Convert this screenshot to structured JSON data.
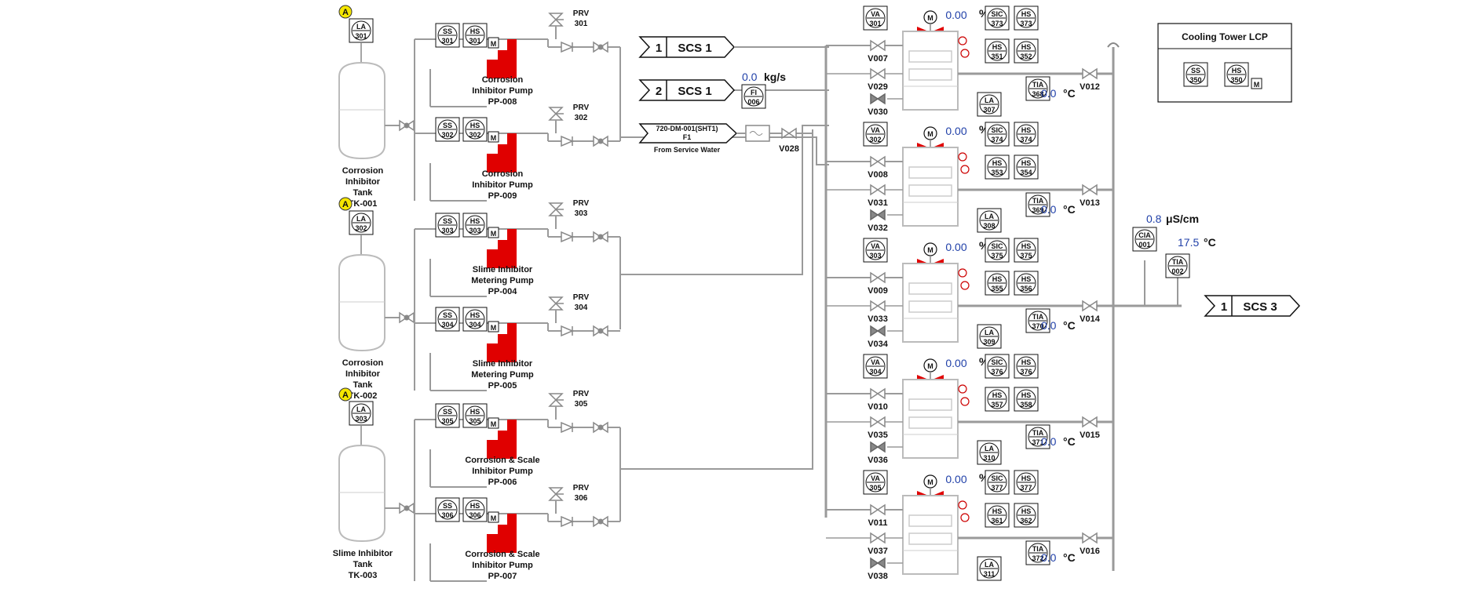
{
  "tanks": [
    {
      "name": "Corrosion Inhibitor Tank",
      "id": "TK-001",
      "la": "301"
    },
    {
      "name": "Corrosion Inhibitor Tank",
      "id": "TK-002",
      "la": "302"
    },
    {
      "name": "Slime Inhibitor Tank",
      "id": "TK-003",
      "la": "303"
    }
  ],
  "alarm_letter": "A",
  "pumps": [
    {
      "name1": "Corrosion",
      "name2": "Inhibitor Pump",
      "id": "PP-008",
      "ss": "301",
      "hs": "301",
      "prv": "301"
    },
    {
      "name1": "Corrosion",
      "name2": "Inhibitor Pump",
      "id": "PP-009",
      "ss": "302",
      "hs": "302",
      "prv": "302"
    },
    {
      "name1": "Slime Inhibitor",
      "name2": "Metering Pump",
      "id": "PP-004",
      "ss": "303",
      "hs": "303",
      "prv": "303"
    },
    {
      "name1": "Slime Inhibitor",
      "name2": "Metering Pump",
      "id": "PP-005",
      "ss": "304",
      "hs": "304",
      "prv": "304"
    },
    {
      "name1": "Corrosion & Scale",
      "name2": "Inhibitor Pump",
      "id": "PP-006",
      "ss": "305",
      "hs": "305",
      "prv": "305"
    },
    {
      "name1": "Corrosion & Scale",
      "name2": "Inhibitor Pump",
      "id": "PP-007",
      "ss": "306",
      "hs": "306",
      "prv": "306"
    }
  ],
  "prv_label": "PRV",
  "tag_letters": {
    "la": "LA",
    "ss": "SS",
    "hs": "HS",
    "va": "VA",
    "sic": "SIC",
    "tia": "TIA",
    "fi": "FI",
    "cia": "CIA",
    "m": "M"
  },
  "offpage": [
    {
      "num": "1",
      "label": "SCS 1"
    },
    {
      "num": "2",
      "label": "SCS 1"
    },
    {
      "num": "1",
      "label": "SCS 3"
    }
  ],
  "service_water": {
    "line1": "720-DM-001(SHT1)",
    "line2": "F1",
    "caption": "From Service Water"
  },
  "fi": {
    "tag": "006",
    "value": "0.0",
    "unit": "kg/s"
  },
  "v028": "V028",
  "cells": [
    {
      "va": "301",
      "speed": "0.00",
      "sic": "373",
      "hs_top": "373",
      "hs_a": "351",
      "hs_b": "352",
      "la": "307",
      "tia": "368",
      "temp": "0.0",
      "v_in": "V007",
      "v_a": "V029",
      "v_b": "V030",
      "v_out": "V012"
    },
    {
      "va": "302",
      "speed": "0.00",
      "sic": "374",
      "hs_top": "374",
      "hs_a": "353",
      "hs_b": "354",
      "la": "308",
      "tia": "369",
      "temp": "0.0",
      "v_in": "V008",
      "v_a": "V031",
      "v_b": "V032",
      "v_out": "V013"
    },
    {
      "va": "303",
      "speed": "0.00",
      "sic": "375",
      "hs_top": "375",
      "hs_a": "355",
      "hs_b": "356",
      "la": "309",
      "tia": "370",
      "temp": "0.0",
      "v_in": "V009",
      "v_a": "V033",
      "v_b": "V034",
      "v_out": "V014"
    },
    {
      "va": "304",
      "speed": "0.00",
      "sic": "376",
      "hs_top": "376",
      "hs_a": "357",
      "hs_b": "358",
      "la": "310",
      "tia": "371",
      "temp": "0.0",
      "v_in": "V010",
      "v_a": "V035",
      "v_b": "V036",
      "v_out": "V015"
    },
    {
      "va": "305",
      "speed": "0.00",
      "sic": "377",
      "hs_top": "377",
      "hs_a": "361",
      "hs_b": "362",
      "la": "311",
      "tia": "372",
      "temp": "0.0",
      "v_in": "V011",
      "v_a": "V037",
      "v_b": "V038",
      "v_out": "V016"
    }
  ],
  "pct": "%",
  "deg_c": "°C",
  "header": {
    "cia_tag": "001",
    "cond_value": "0.8",
    "cond_unit": "μS/cm",
    "tia_tag": "002",
    "temp_value": "17.5",
    "temp_unit": "°C"
  },
  "lcp": {
    "title": "Cooling Tower LCP",
    "ss": "350",
    "hs": "350"
  },
  "colors": {
    "pump": "#e00000",
    "fan": "#e00000",
    "line": "#9a9a9a",
    "value": "#1f3fa8",
    "alarm": "#f5e600"
  }
}
